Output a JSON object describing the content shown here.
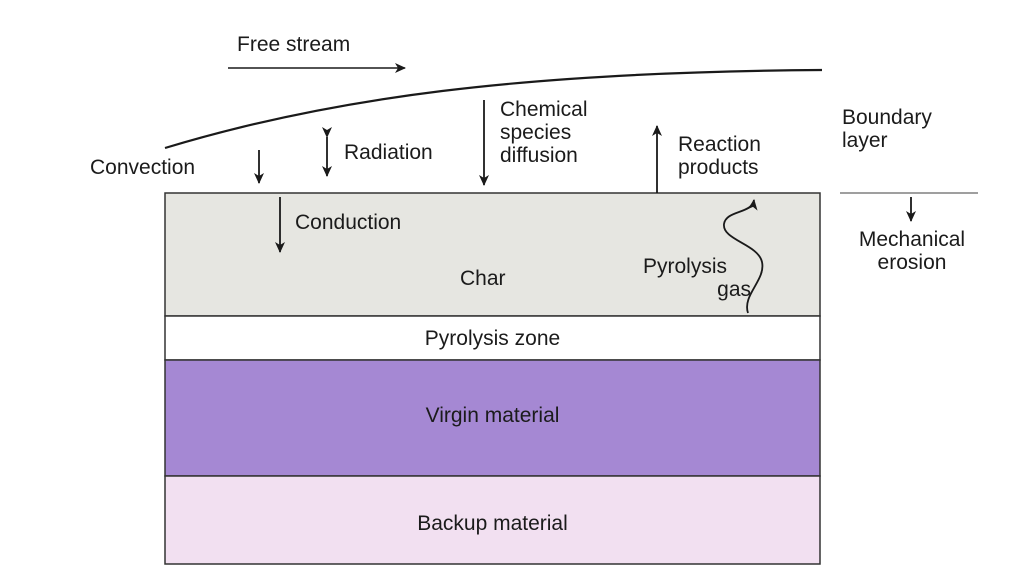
{
  "colors": {
    "char": "#e6e6e1",
    "pyrolysis_zone": "#ffffff",
    "virgin_material": "#a588d3",
    "backup_material": "#f2e0f1",
    "lines": "#1a1a1a"
  },
  "labels": {
    "free_stream": "Free stream",
    "boundary_layer_1": "Boundary",
    "boundary_layer_2": "layer",
    "convection": "Convection",
    "radiation": "Radiation",
    "chemical_diffusion_1": "Chemical",
    "chemical_diffusion_2": "species",
    "chemical_diffusion_3": "diffusion",
    "reaction_products_1": "Reaction",
    "reaction_products_2": "products",
    "mechanical_erosion_1": "Mechanical",
    "mechanical_erosion_2": "erosion",
    "conduction": "Conduction",
    "char": "Char",
    "pyrolysis_gas_1": "Pyrolysis",
    "pyrolysis_gas_2": "gas"
  },
  "layers": {
    "pyrolysis_zone": "Pyrolysis zone",
    "virgin_material": "Virgin material",
    "backup_material": "Backup material"
  }
}
